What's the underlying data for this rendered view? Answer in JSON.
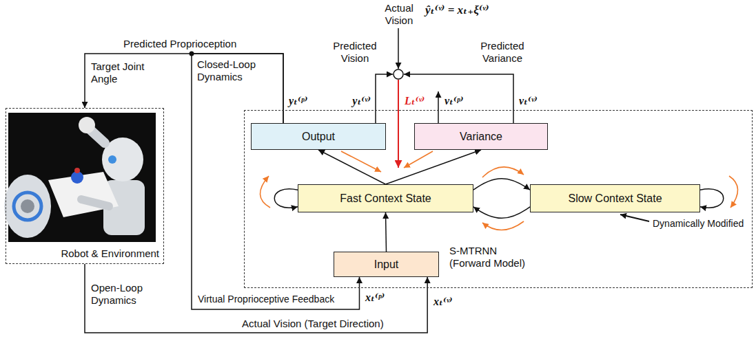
{
  "diagram": {
    "nodes": [
      {
        "text": [
          "Robot & Environment"
        ]
      },
      {
        "text": [
          "S-MTRNN (Forward Model)"
        ]
      },
      {
        "text": [
          "Output"
        ],
        "in": 1
      },
      {
        "text": [
          "Variance"
        ],
        "in": 1
      },
      {
        "text": [
          "Fast Context State"
        ],
        "in": 1
      },
      {
        "text": [
          "Slow Context State"
        ],
        "in": 1
      },
      {
        "text": [
          "Input"
        ],
        "in": 1
      }
    ],
    "edges": [
      {
        "from": 6,
        "to": 4,
        "arrow": "to"
      },
      {
        "from": 4,
        "to": 2,
        "arrow": "to"
      },
      {
        "from": 4,
        "to": 3,
        "arrow": "to"
      },
      {
        "from": 4,
        "to": 4,
        "arrow": "to"
      },
      {
        "from": 5,
        "to": 5,
        "arrow": "to"
      },
      {
        "from": 4,
        "to": 5,
        "arrow": "to"
      },
      {
        "from": 5,
        "to": 4,
        "arrow": "to"
      },
      {
        "from": 2,
        "to": 0,
        "label": "Target Joint Angle",
        "arrow": "to"
      },
      {
        "from": 2,
        "to": 6,
        "label": "Virtual Proprioceptive Feedback",
        "arrow": "to"
      },
      {
        "from": 0,
        "to": 6,
        "label": "Actual Vision (Target Direction)",
        "arrow": "to"
      }
    ],
    "labels": [
      "Actual Vision",
      "ŷₜ⁽ᵛ⁾ = xₜ₊ξ⁽ᵛ⁾",
      "Predicted Proprioception",
      "Predicted Vision",
      "Predicted Variance",
      "Closed-Loop Dynamics",
      "yₜ⁽ᵖ⁾",
      "yₜ⁽ᵛ⁾",
      "Lₜ⁽ᵛ⁾",
      "vₜ⁽ᵖ⁾",
      "vₜ⁽ᵛ⁾",
      "Dynamically Modified",
      "Open-Loop Dynamics",
      "xₜ⁽ᵖ⁾",
      "xₜ⁽ᵛ⁾"
    ]
  }
}
